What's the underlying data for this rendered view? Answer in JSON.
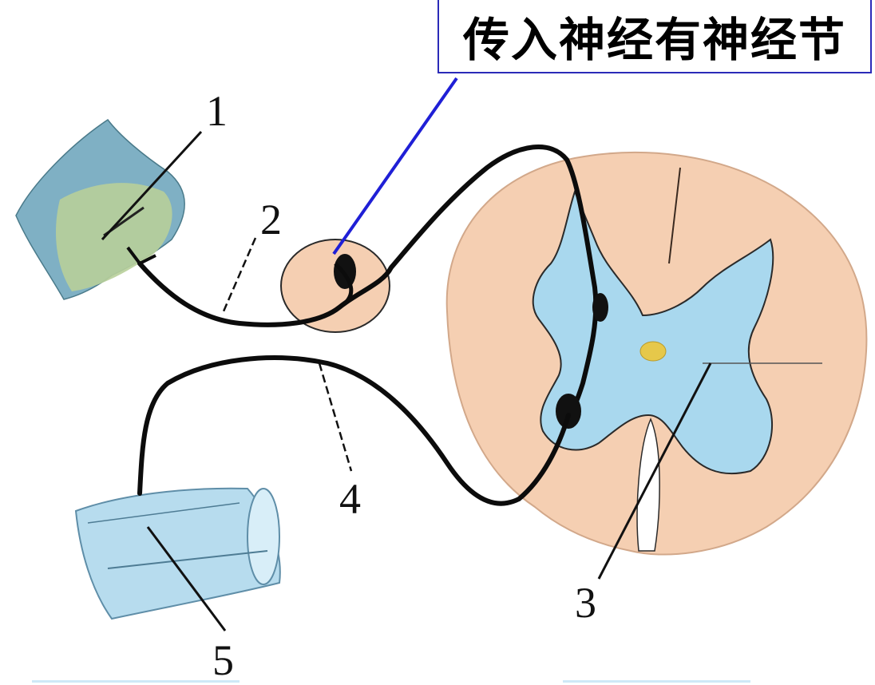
{
  "callout": {
    "text": "传入神经有神经节"
  },
  "labels": {
    "one": "1",
    "two": "2",
    "three": "3",
    "four": "4",
    "five": "5"
  },
  "colors": {
    "spinal_cord": "#f5cfb2",
    "grey_matter": "#a9d8ee",
    "nerve_fiber": "#0c0c0c",
    "callout_pointer": "#1f1fd6",
    "central_canal": "#e6c84a",
    "skin_receptor": "#a7c39a",
    "muscle": "#b7dcee"
  }
}
